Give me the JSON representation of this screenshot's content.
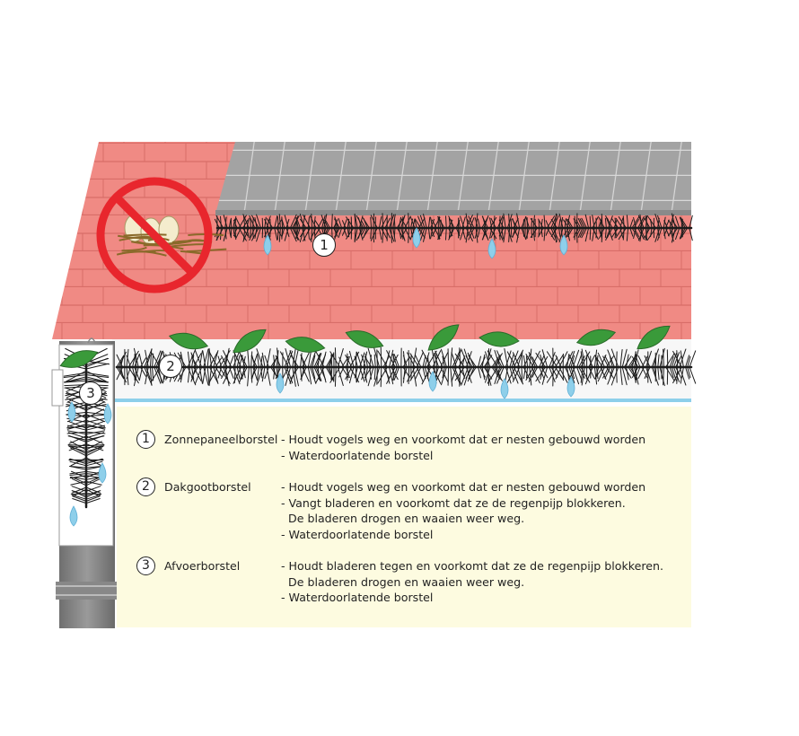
{
  "labels": {
    "solar": "1",
    "gutter": "2",
    "downpipe": "3"
  },
  "legend": [
    {
      "num": "1",
      "name": "Zonnepaneelborstel",
      "lines": [
        "- Houdt vogels weg en voorkomt dat er nesten gebouwd worden",
        "- Waterdoorlatende borstel"
      ]
    },
    {
      "num": "2",
      "name": "Dakgootborstel",
      "lines": [
        "- Houdt vogels weg en voorkomt dat er nesten gebouwd worden",
        "- Vangt bladeren en voorkomt dat ze de regenpijp blokkeren.",
        "  De bladeren drogen en waaien weer weg.",
        "- Waterdoorlatende borstel"
      ]
    },
    {
      "num": "3",
      "name": "Afvoerborstel",
      "lines": [
        "- Houdt bladeren tegen en voorkomt dat ze de regenpijp blokkeren.",
        "  De bladeren drogen en waaien weer weg.",
        "- Waterdoorlatende borstel"
      ]
    }
  ],
  "icons": {
    "no_nest": "no-bird-nest-icon",
    "leaf": "leaf-icon",
    "drop": "water-drop-icon"
  },
  "colors": {
    "roof_tile": "#f08a84",
    "solar_panel": "#9a9a9a",
    "brush": "#1c1c1c",
    "leaf": "#3a9a3a",
    "water": "#8ecfea",
    "prohibition": "#e8262d",
    "legend_bg": "#fdfbe0"
  }
}
